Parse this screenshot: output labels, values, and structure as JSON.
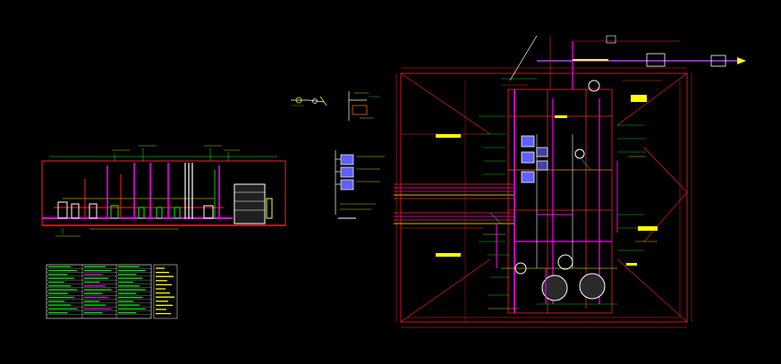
{
  "drawing": {
    "background": "#000000",
    "colors": {
      "red": "#ff2020",
      "magenta": "#ff00ff",
      "green": "#00ff00",
      "yellow": "#ffff00",
      "white": "#ffffff",
      "cyan": "#00ffff",
      "purple": "#b040ff",
      "orange": "#ff8000"
    },
    "views": {
      "elevation": {
        "name": "riser-elevation-view"
      },
      "legend_table": {
        "name": "equipment-schedule-table"
      },
      "details": {
        "name": "detail-callouts"
      },
      "plan": {
        "name": "plant-room-plan-view"
      }
    }
  }
}
